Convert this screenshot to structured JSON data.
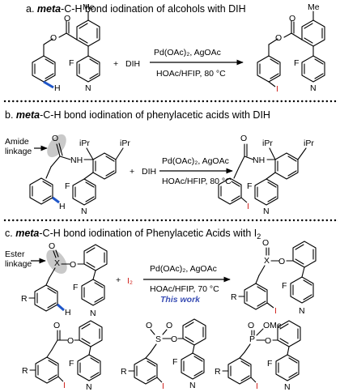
{
  "sections": {
    "a": {
      "prefix": "a. ",
      "italic": "meta",
      "title": "-C-H bond iodination of alcohols with DIH",
      "reagent": "DIH",
      "conditions_top": "Pd(OAc)₂, AgOAc",
      "conditions_bottom": "HOAc/HFIP, 80 °C"
    },
    "b": {
      "prefix": "b. ",
      "italic": "meta",
      "title": "-C-H bond iodination of phenylacetic acids with DIH",
      "reagent": "DIH",
      "annotation": [
        "Amide",
        "linkage"
      ],
      "conditions_top": "Pd(OAc)₂, AgOAc",
      "conditions_bottom": "HOAc/HFIP, 80 °C"
    },
    "c": {
      "prefix": "c. ",
      "italic": "meta",
      "title": "-C-H bond iodination of Phenylacetic Acids with I",
      "title_sub": "2",
      "reagent": "I₂",
      "annotation": [
        "Ester",
        "linkage"
      ],
      "conditions_top": "Pd(OAc)₂, AgOAc",
      "conditions_bottom": "HOAc/HFIP, 70 °C",
      "highlight": "This work"
    }
  },
  "atoms": {
    "me": "Me",
    "o": "O",
    "f": "F",
    "n": "N",
    "h": "H",
    "i": "I",
    "ipr": "iPr",
    "nh": "NH",
    "x": "X",
    "r": "R",
    "s": "S",
    "p": "P",
    "ome": "OMe"
  },
  "colors": {
    "iodine": "#d0211b",
    "hydrogen_bond": "#1f56c8",
    "highlight_text": "#3b4fb5",
    "annotation_fill": "#c9c9c9"
  }
}
